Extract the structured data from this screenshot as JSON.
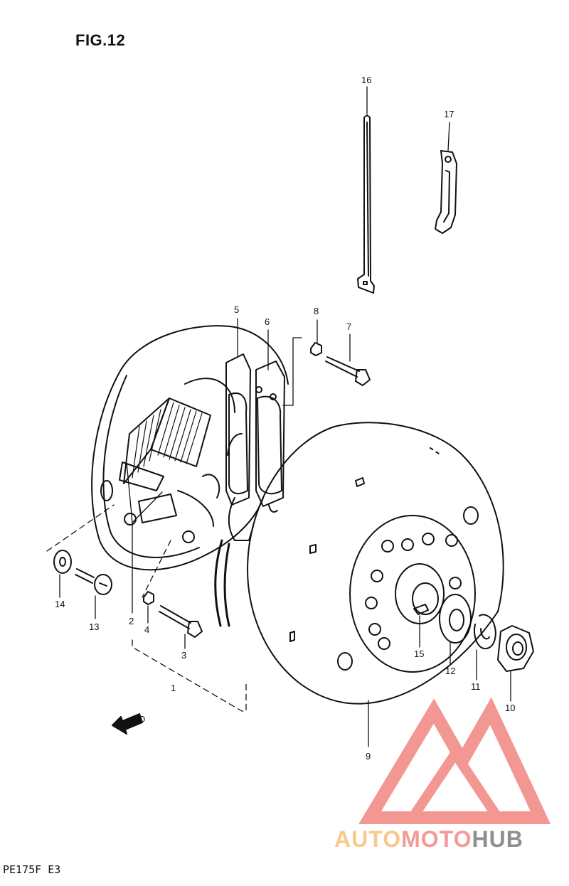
{
  "figure": {
    "title": "FIG.12",
    "model_code": "PE175F E3"
  },
  "direction_label": "FWD",
  "callouts": [
    {
      "id": "c16",
      "label": "16"
    },
    {
      "id": "c17",
      "label": "17"
    },
    {
      "id": "c5",
      "label": "5"
    },
    {
      "id": "c6",
      "label": "6"
    },
    {
      "id": "c8",
      "label": "8"
    },
    {
      "id": "c7",
      "label": "7"
    },
    {
      "id": "c14",
      "label": "14"
    },
    {
      "id": "c13",
      "label": "13"
    },
    {
      "id": "c2",
      "label": "2"
    },
    {
      "id": "c4",
      "label": "4"
    },
    {
      "id": "c3",
      "label": "3"
    },
    {
      "id": "c1",
      "label": "1"
    },
    {
      "id": "c15",
      "label": "15"
    },
    {
      "id": "c12",
      "label": "12"
    },
    {
      "id": "c11",
      "label": "11"
    },
    {
      "id": "c10",
      "label": "10"
    },
    {
      "id": "c9",
      "label": "9"
    }
  ],
  "watermark": {
    "part1": "AUTO",
    "part2": "MOTO",
    "part3": "HUB",
    "colors": {
      "auto": "#f7c98e",
      "moto": "#f49a96",
      "hub": "#8f8f8f",
      "logo": "#f28c88"
    }
  }
}
